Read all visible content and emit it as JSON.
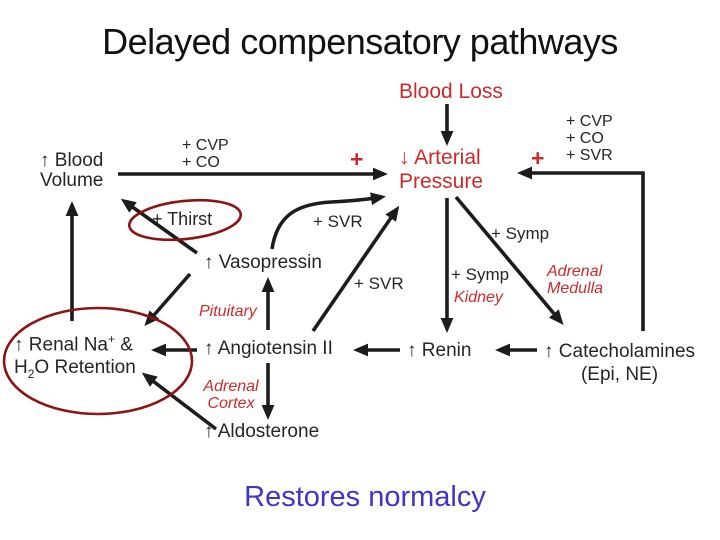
{
  "title": "Delayed compensatory pathways",
  "footer": {
    "text": "Restores normalcy"
  },
  "colors": {
    "title_text": "#111111",
    "body_text": "#262626",
    "red_accent": "#cc2b2b",
    "dark_red_ellipse": "#8b1414",
    "blue_footer": "#3d35cc",
    "arrow_black": "#1c1c1c",
    "background": "#ffffff"
  },
  "nodes": {
    "blood_loss": "Blood Loss",
    "arterial_pressure": {
      "line1": "↓ Arterial",
      "line2": "Pressure"
    },
    "blood_volume": {
      "line1": "↑ Blood",
      "line2": "Volume"
    },
    "thirst": "+ Thirst",
    "vasopressin": "↑ Vasopressin",
    "angiotensin": "↑ Angiotensin II",
    "aldosterone": "↑ Aldosterone",
    "renin": "↑ Renin",
    "catecholamines": {
      "line1": "↑ Catecholamines",
      "line2": "(Epi, NE)"
    },
    "renal_retention": {
      "prefix": "↑ Renal Na",
      "sup": "+",
      "amp": " &",
      "h": "H",
      "sub": "2",
      "o_rest": "O Retention"
    }
  },
  "labels": {
    "cvp_co_left": {
      "line1": "+ CVP",
      "line2": "+ CO"
    },
    "cvp_co_svr_right": {
      "line1": "+ CVP",
      "line2": "+ CO",
      "line3": "+ SVR"
    },
    "svr_vasopressin": "+ SVR",
    "svr_angiotensin": "+ SVR",
    "symp_medulla": "+ Symp",
    "symp_kidney": "+ Symp",
    "plus_left": "+",
    "plus_right": "+"
  },
  "organs": {
    "pituitary": "Pituitary",
    "kidney": "Kidney",
    "adrenal_medulla": {
      "line1": "Adrenal",
      "line2": "Medulla"
    },
    "adrenal_cortex": {
      "line1": "Adrenal",
      "line2": "Cortex"
    }
  }
}
